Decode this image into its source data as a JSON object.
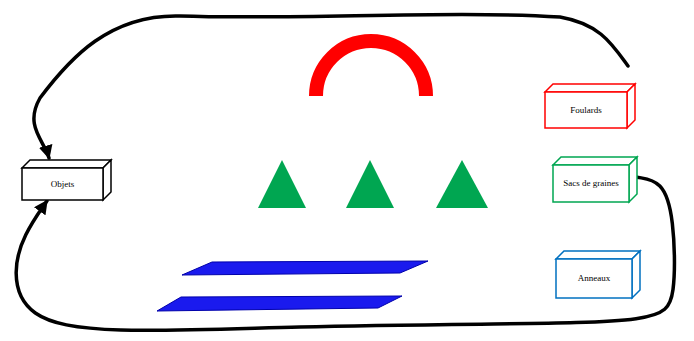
{
  "diagram": {
    "nodes": [
      {
        "text": [
          "Foulards"
        ]
      },
      {
        "text": [
          "Objets"
        ]
      },
      {
        "text": [
          "Sacs de graines"
        ]
      },
      {
        "text": [
          "Anneaux"
        ]
      }
    ],
    "edges": [
      {
        "from": 2,
        "to": 1,
        "arrow": "to"
      }
    ]
  }
}
